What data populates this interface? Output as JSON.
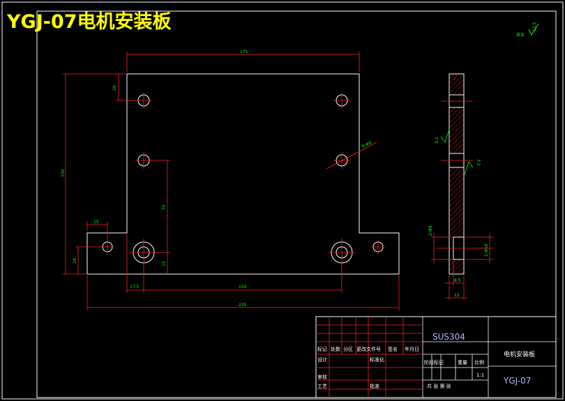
{
  "title": "YGJ-07电机安装板",
  "roughness": {
    "label": "其余",
    "value": "12.5"
  },
  "dimensions": {
    "top_width": "175",
    "top_hole_offset": "20",
    "left_height": "150",
    "hole_vertical": "70",
    "hole_spec": "6-Φ9",
    "tab_width": "15",
    "tab_height": "24",
    "bottom_hole_offset": "15",
    "hole_left": "17.5",
    "hole_span": "150",
    "overall_width": "235",
    "side_roughness_1": "3.2",
    "side_roughness_2": "3.2",
    "side_hole_left": "2-Φ9",
    "side_hole_right": "2-Φ16",
    "side_depth": "8.5",
    "side_thickness": "12"
  },
  "title_block": {
    "material": "SUS304",
    "part_name": "电机安装板",
    "drawing_no": "YGJ-07",
    "scale": "1:1",
    "header_row": [
      "标记",
      "处数",
      "分区",
      "更改文件号",
      "签名",
      "年月日"
    ],
    "design": "设计",
    "standardize": "标准化",
    "review": "审核",
    "process": "工艺",
    "approve": "批准",
    "stage_mark": "阶段标记",
    "weight": "重量",
    "ratio": "比例",
    "sheets": "共 张 第 张"
  }
}
